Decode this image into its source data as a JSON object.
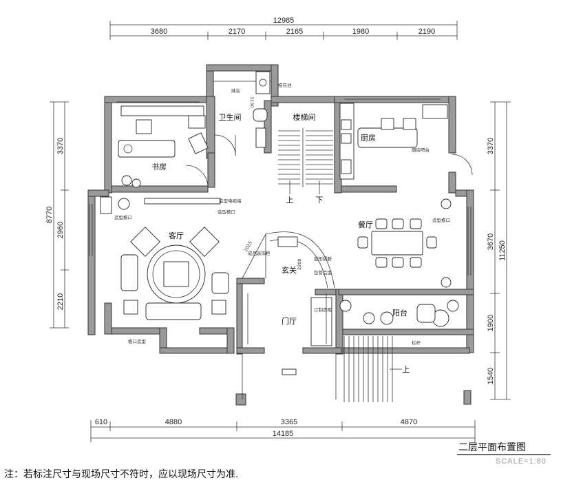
{
  "title": "二层平面布置图",
  "scale": "SCALE=1:80",
  "note": "注：若标注尺寸与现场尺寸不符时，应以现场尺寸为准.",
  "dimensions": {
    "top_total": "12985",
    "top": [
      "3680",
      "2170",
      "2165",
      "1980",
      "2190"
    ],
    "bottom_total": "14185",
    "bottom": [
      "610",
      "4880",
      "3365",
      "4870"
    ],
    "left_total": "8770",
    "left": [
      "3370",
      "2960",
      "2210"
    ],
    "right_total": "11250",
    "right": [
      "3370",
      "3670",
      "1900",
      "1540"
    ]
  },
  "rooms": {
    "study": "书房",
    "bathroom": "卫生间",
    "stair": "楼梯间",
    "kitchen": "厨房",
    "living": "客厅",
    "dining": "餐厅",
    "foyer": "玄关",
    "hall": "门厅",
    "balcony": "阳台"
  },
  "tags": {
    "shower": "淋浴",
    "laundry": "拖布池",
    "counter": "厨房吧台",
    "tv_wall": "造型电视墙",
    "niche1": "造型檐口",
    "niche2": "造型檐口",
    "niche3": "造型檐口",
    "screen": "成品装饰柜",
    "partition": "弧形隔断",
    "arch": "包管造型",
    "cabinet": "订制衣柜",
    "stone": "檐口造型",
    "rail": "栏杆"
  },
  "stair_labels": {
    "up": "上",
    "down": "下",
    "up_outside": "上"
  },
  "small_dims": {
    "bath_width": "3130",
    "foyer_a": "2025",
    "foyer_b": "2200"
  }
}
